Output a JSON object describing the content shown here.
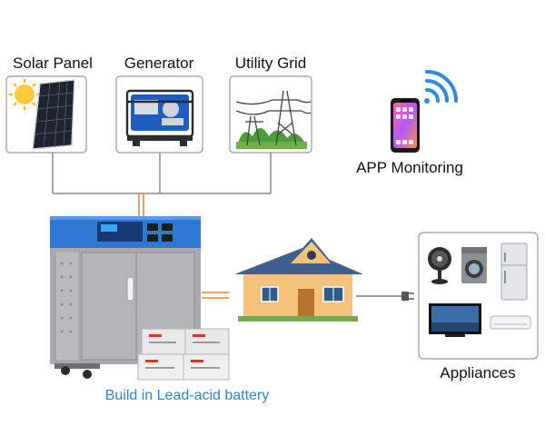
{
  "sources": [
    {
      "label": "Solar Panel",
      "icon": "solar-panel-icon"
    },
    {
      "label": "Generator",
      "icon": "generator-icon"
    },
    {
      "label": "Utility Grid",
      "icon": "utility-grid-icon"
    }
  ],
  "app": {
    "label": "APP Monitoring",
    "icon": "smartphone-icon"
  },
  "appliances": {
    "label": "Appliances",
    "icon": "appliances-icon"
  },
  "battery_caption": "Build in Lead-acid battery",
  "colors": {
    "cabinet_top": "#2f78d6",
    "cabinet_body": "#a7a9ad",
    "wire_gray": "#8a8a8a",
    "wire_orange": "#e8893a",
    "wifi": "#2b8be0",
    "caption": "#2d84d0",
    "house_roof": "#3f5f8f",
    "house_wall": "#f4c27a"
  }
}
